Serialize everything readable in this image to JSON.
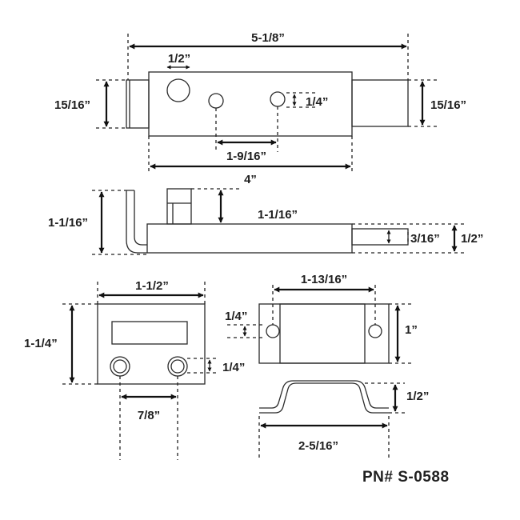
{
  "dimensions": {
    "top_overall_length": "5-1/8”",
    "top_large_hole": "1/2”",
    "top_left_height": "15/16”",
    "top_right_height": "15/16”",
    "top_small_hole": "1/4”",
    "top_hole_spacing": "1-9/16”",
    "top_body_length": "4”",
    "side_overall_height": "1-1/16”",
    "side_knob_height": "1-1/16”",
    "side_bolt_diameter": "3/16”",
    "side_body_height": "1/2”",
    "keeper_width": "1-1/2”",
    "keeper_height": "1-1/4”",
    "keeper_hole": "1/4”",
    "keeper_hole_spacing": "7/8”",
    "strike_hole_spacing": "1-13/16”",
    "strike_hole": "1/4”",
    "strike_height": "1”",
    "strike_depth": "1/2”",
    "strike_length": "2-5/16”"
  },
  "part_number": "PN# S-0588"
}
